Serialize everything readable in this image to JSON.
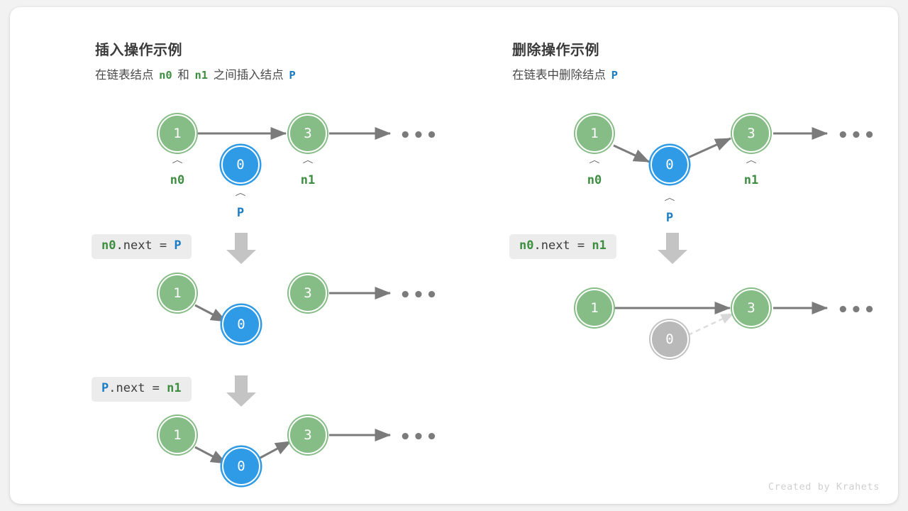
{
  "credit": "Created by Krahets",
  "colors": {
    "green": "#86bd86",
    "green_text": "#3e8e41",
    "blue": "#2f9ae5",
    "blue_text": "#1a7dc4",
    "gray_node": "#b9b9b9",
    "arrow": "#7b7b7b",
    "chip_bg": "#ececec",
    "card_bg": "#ffffff",
    "page_bg": "#f2f2f2"
  },
  "insert": {
    "title": "插入操作示例",
    "subtitle": {
      "part1": "在链表结点",
      "n0": "n0",
      "part2": "和",
      "n1": "n1",
      "part3": "之间插入结点",
      "p": "P"
    },
    "steps": [
      {
        "nodes": [
          {
            "value": "1",
            "kind": "green",
            "caret": "︿",
            "label": "n0",
            "label_color": "green"
          },
          {
            "value": "0",
            "kind": "blue",
            "caret": "︿",
            "label": "P",
            "label_color": "blue"
          },
          {
            "value": "3",
            "kind": "green",
            "caret": "︿",
            "label": "n1",
            "label_color": "green"
          }
        ],
        "dots": "•••"
      },
      {
        "code": {
          "a": "n0",
          "a_color": "green",
          "op": ".next = ",
          "b": "P",
          "b_color": "blue"
        },
        "nodes": [
          {
            "value": "1",
            "kind": "green"
          },
          {
            "value": "0",
            "kind": "blue"
          },
          {
            "value": "3",
            "kind": "green"
          }
        ],
        "dots": "•••"
      },
      {
        "code": {
          "a": "P",
          "a_color": "blue",
          "op": ".next = ",
          "b": "n1",
          "b_color": "green"
        },
        "nodes": [
          {
            "value": "1",
            "kind": "green"
          },
          {
            "value": "0",
            "kind": "blue"
          },
          {
            "value": "3",
            "kind": "green"
          }
        ],
        "dots": "•••"
      }
    ]
  },
  "delete": {
    "title": "删除操作示例",
    "subtitle": {
      "part1": "在链表中删除结点",
      "p": "P"
    },
    "steps": [
      {
        "nodes": [
          {
            "value": "1",
            "kind": "green",
            "caret": "︿",
            "label": "n0",
            "label_color": "green"
          },
          {
            "value": "0",
            "kind": "blue",
            "caret": "︿",
            "label": "P",
            "label_color": "blue"
          },
          {
            "value": "3",
            "kind": "green",
            "caret": "︿",
            "label": "n1",
            "label_color": "green"
          }
        ],
        "dots": "•••"
      },
      {
        "code": {
          "a": "n0",
          "a_color": "green",
          "op": ".next = ",
          "b": "n1",
          "b_color": "green"
        },
        "nodes": [
          {
            "value": "1",
            "kind": "green"
          },
          {
            "value": "0",
            "kind": "gray"
          },
          {
            "value": "3",
            "kind": "green"
          }
        ],
        "dots": "•••"
      }
    ]
  }
}
